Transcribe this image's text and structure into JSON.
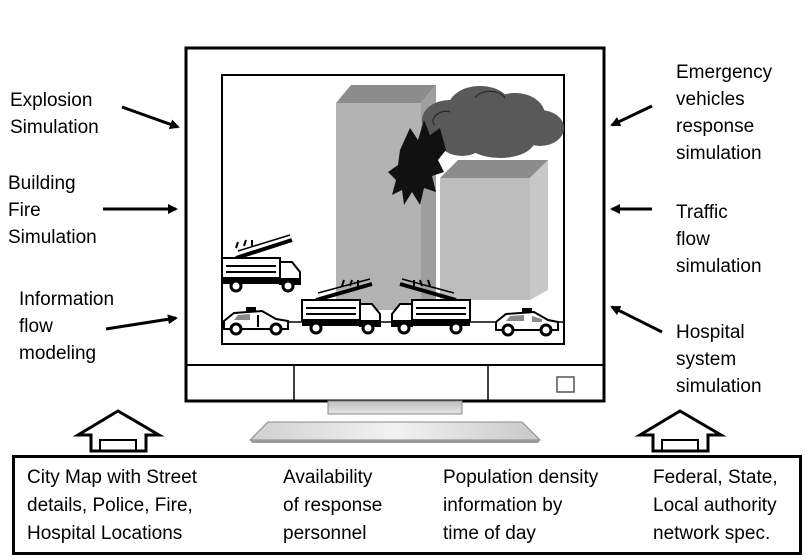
{
  "side_labels": {
    "explosion": [
      "Explosion",
      "Simulation"
    ],
    "building_fire": [
      "Building",
      "Fire",
      "Simulation"
    ],
    "information_flow": [
      "Information",
      "flow",
      "modeling"
    ],
    "emergency_vehicles": [
      "Emergency",
      "vehicles",
      "response",
      "simulation"
    ],
    "traffic_flow": [
      "Traffic",
      "flow",
      "simulation"
    ],
    "hospital_system": [
      "Hospital",
      "system",
      "simulation"
    ]
  },
  "inputs": [
    {
      "lines": [
        "City Map with Street",
        "details, Police, Fire,",
        "Hospital Locations"
      ]
    },
    {
      "lines": [
        "Availability",
        "of response",
        "personnel"
      ]
    },
    {
      "lines": [
        "Population density",
        "information by",
        "time of day"
      ]
    },
    {
      "lines": [
        "Federal, State,",
        "Local authority",
        "network spec."
      ]
    }
  ],
  "icons": {
    "left_upload": "hollow-up-arrow-icon",
    "right_upload": "hollow-up-arrow-icon",
    "fire_truck": "fire-truck-icon",
    "police_car": "police-car-icon",
    "smoke": "smoke-cloud-icon",
    "monitor": "crt-monitor-icon"
  },
  "colors": {
    "building_front": "#b3b3b3",
    "building_top": "#8c8c8c",
    "smoke": "#595959",
    "monitor_frame": "#ffffff",
    "monitor_base": "#d9d9d9"
  }
}
